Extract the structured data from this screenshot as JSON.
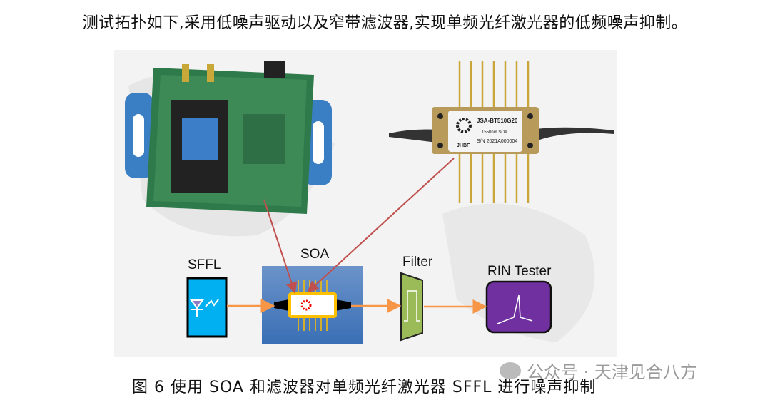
{
  "heading": "测试拓扑如下,采用低噪声驱动以及窄带滤波器,实现单频光纤激光器的低频噪声抑制。",
  "figure": {
    "labels": {
      "sffl": "SFFL",
      "soa": "SOA",
      "filter": "Filter",
      "rin": "RIN Tester"
    },
    "chip_label": {
      "model": "JSA-BT510G20",
      "desc": "1550nm SOA",
      "serial": "S/N 2021A000004",
      "brand": "JHBF"
    },
    "colors": {
      "sffl": "#00b0f0",
      "soa": "#3f74b8",
      "filter": "#9bbb59",
      "rin": "#7030a0",
      "beam": "#f79646",
      "pointer": "#c0504d"
    }
  },
  "caption": "图 6 使用 SOA 和滤波器对单频光纤激光器 SFFL 进行噪声抑制",
  "watermark": "公众号 · 天津见合八方"
}
